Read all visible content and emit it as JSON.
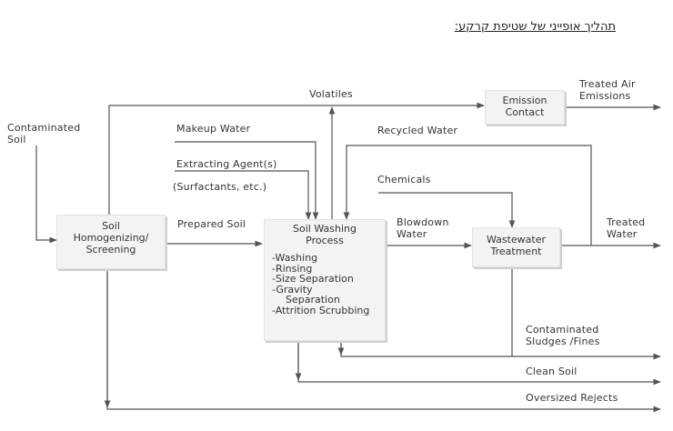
{
  "title": "תהליך אופייני של שטיפת קרקע:",
  "nodes": {
    "homogenizing": {
      "lines": [
        "Soil",
        "Homogenizing/",
        "Screening"
      ]
    },
    "washing": {
      "lines": [
        "Soil Washing",
        "Process"
      ],
      "steps": [
        "-Washing",
        "-Rinsing",
        "-Size Separation",
        "-Gravity",
        "  Separation",
        "-Attrition Scrubbing"
      ]
    },
    "wastewater": {
      "lines": [
        "Wastewater",
        "Treatment"
      ]
    },
    "emission": {
      "lines": [
        "Emission",
        "Contact"
      ]
    }
  },
  "labels": {
    "contaminated_soil": [
      "Contaminated",
      "Soil"
    ],
    "volatiles": "Volatiles",
    "treated_air": [
      "Treated Air",
      "Emissions"
    ],
    "makeup_water": "Makeup Water",
    "recycled_water": "Recycled Water",
    "extracting_agent": "Extracting Agent(s)",
    "surfactants": "(Surfactants, etc.)",
    "chemicals": "Chemicals",
    "prepared_soil": "Prepared Soil",
    "blowdown_water": [
      "Blowdown",
      "Water"
    ],
    "treated_water": [
      "Treated",
      "Water"
    ],
    "contaminated_sludges": [
      "Contaminated",
      "Sludges /Fines"
    ],
    "clean_soil": "Clean Soil",
    "oversized_rejects": "Oversized Rejects"
  }
}
